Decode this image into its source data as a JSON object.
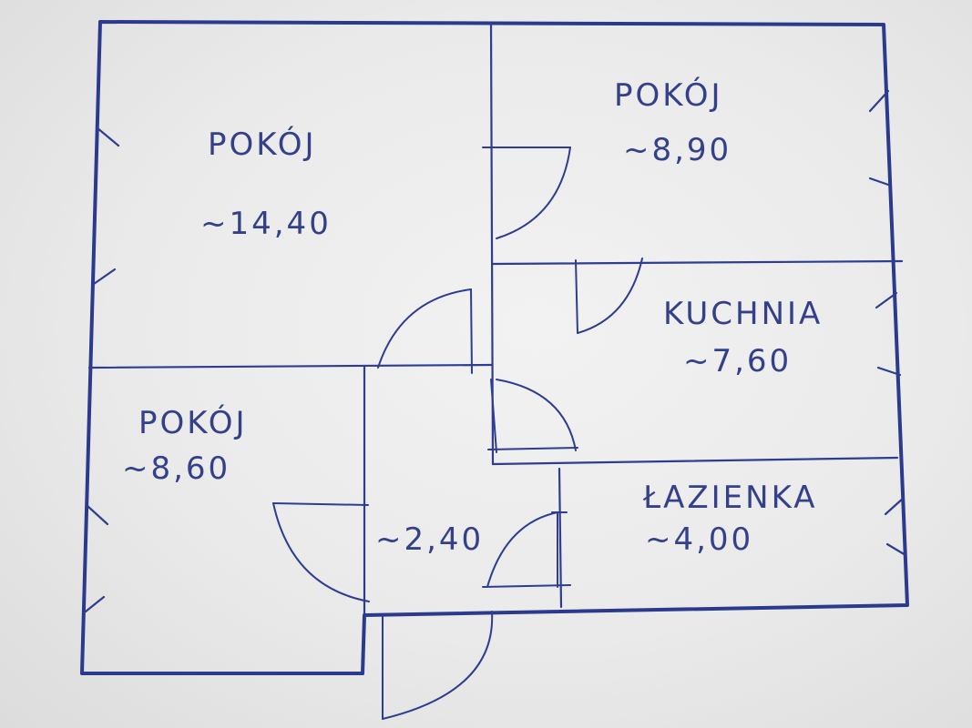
{
  "rooms": [
    {
      "name": "POKÓJ",
      "area": "~14,40"
    },
    {
      "name": "POKÓJ",
      "area": "~8,90"
    },
    {
      "name": "KUCHNIA",
      "area": "~7,60"
    },
    {
      "name": "POKÓJ",
      "area": "~8,60"
    },
    {
      "name": "",
      "area": "~2,40"
    },
    {
      "name": "ŁAZIENKA",
      "area": "~4,00"
    }
  ],
  "colors": {
    "ink": "#2e3d8f",
    "paper": "#ececec"
  }
}
